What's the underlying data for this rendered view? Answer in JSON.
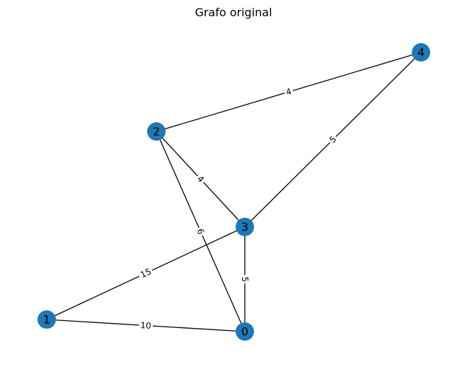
{
  "title": "Grafo original",
  "colors": {
    "node": "#1f77b4",
    "edge": "#000000",
    "label_background": "#ffffff"
  },
  "nodes": [
    {
      "id": "0",
      "label": "0"
    },
    {
      "id": "1",
      "label": "1"
    },
    {
      "id": "2",
      "label": "2"
    },
    {
      "id": "3",
      "label": "3"
    },
    {
      "id": "4",
      "label": "4"
    }
  ],
  "edges": [
    {
      "source": "2",
      "target": "4",
      "weight": "4"
    },
    {
      "source": "4",
      "target": "3",
      "weight": "5"
    },
    {
      "source": "2",
      "target": "3",
      "weight": "4"
    },
    {
      "source": "2",
      "target": "0",
      "weight": "6"
    },
    {
      "source": "1",
      "target": "3",
      "weight": "15"
    },
    {
      "source": "3",
      "target": "0",
      "weight": "5"
    },
    {
      "source": "1",
      "target": "0",
      "weight": "10"
    }
  ]
}
